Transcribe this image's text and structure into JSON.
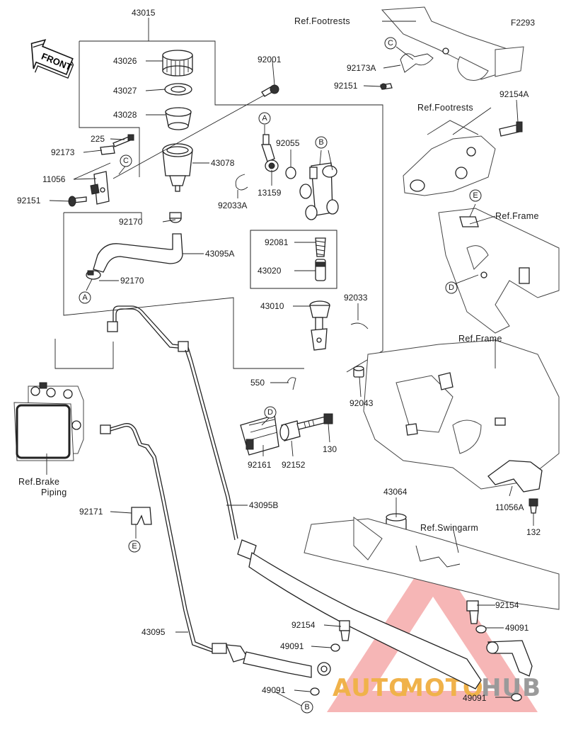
{
  "figure_code": "F2293",
  "front_label": "FRONT",
  "watermark": {
    "auto": "AUTO",
    "moto": "MOTO",
    "hub": "HUB",
    "color_light": "#f4a9a9",
    "color_orange": "#f0b24a",
    "color_gray": "#9a9a9a"
  },
  "refs": {
    "footrests_top": "Ref.Footrests",
    "footrests_mid": "Ref.Footrests",
    "frame_upper": "Ref.Frame",
    "frame_lower": "Ref.Frame",
    "brake_piping_1": "Ref.Brake",
    "brake_piping_2": "Piping",
    "swingarm": "Ref.Swingarm"
  },
  "parts": {
    "p43015": "43015",
    "p43026": "43026",
    "p43027": "43027",
    "p43028": "43028",
    "p225": "225",
    "p92173": "92173",
    "p11056": "11056",
    "p92151": "92151",
    "p92001": "92001",
    "p43078": "43078",
    "p92170a": "92170",
    "p43095A": "43095A",
    "p92170b": "92170",
    "p92055": "92055",
    "p13159": "13159",
    "p92033A": "92033A",
    "p92081": "92081",
    "p43020": "43020",
    "p43010": "43010",
    "p92033": "92033",
    "p550": "550",
    "p92043": "92043",
    "p92173A": "92173A",
    "p92151b": "92151",
    "p92154A": "92154A",
    "p92161": "92161",
    "p92152": "92152",
    "p130": "130",
    "p43064": "43064",
    "p11056A": "11056A",
    "p132": "132",
    "p92171": "92171",
    "p43095B": "43095B",
    "p43095": "43095",
    "p92154a": "92154",
    "p49091a": "49091",
    "p49091b": "49091",
    "p92154b": "92154",
    "p49091c": "49091",
    "p49091d": "49091"
  },
  "markers": {
    "A": "A",
    "B": "B",
    "C": "C",
    "D": "D",
    "E": "E"
  }
}
